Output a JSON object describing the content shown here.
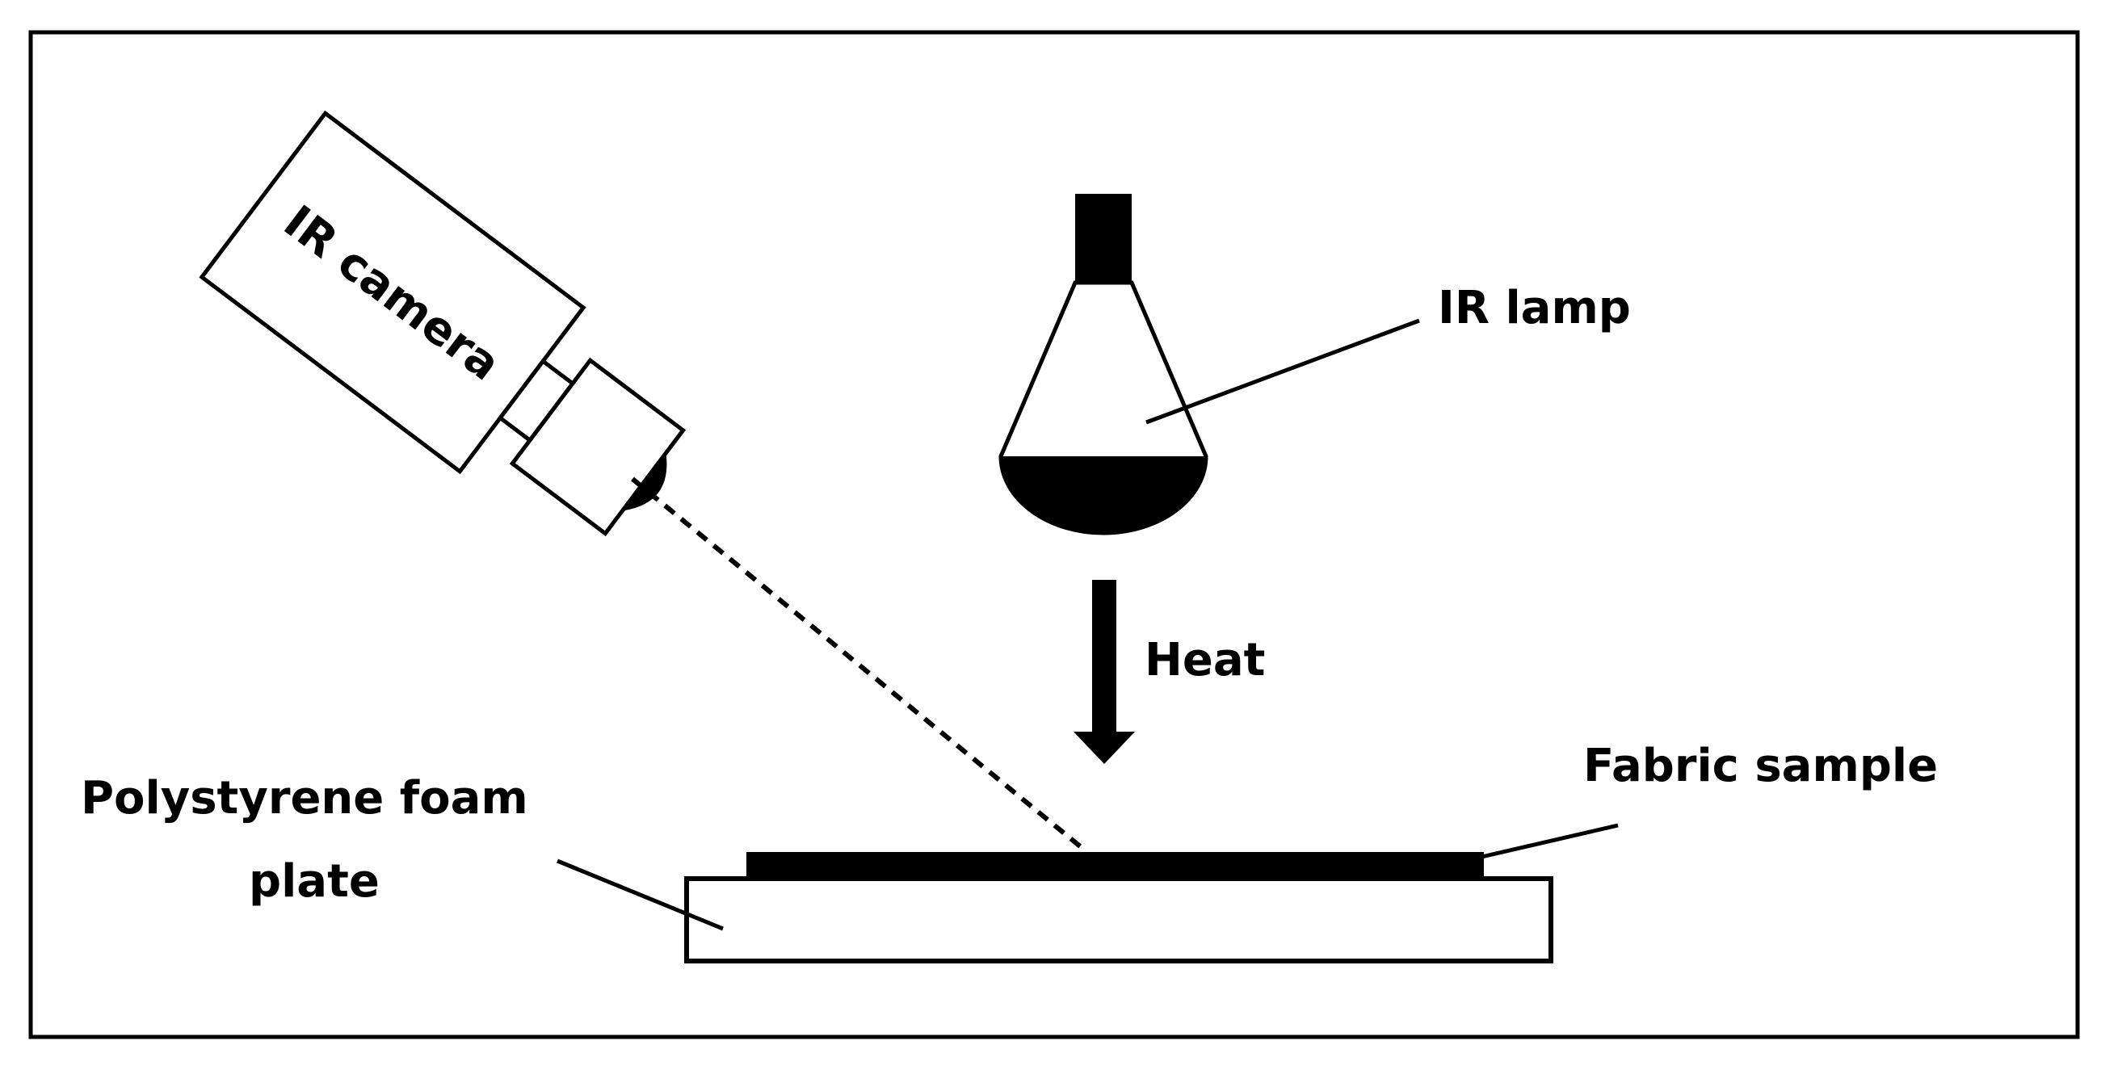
{
  "labels": {
    "ir_camera": "IR camera",
    "ir_lamp": "IR lamp",
    "heat": "Heat",
    "fabric_sample": "Fabric sample",
    "foam_plate_line1": "Polystyrene foam",
    "foam_plate_line2": "plate"
  },
  "colors": {
    "stroke": "#000000",
    "background": "#ffffff"
  }
}
